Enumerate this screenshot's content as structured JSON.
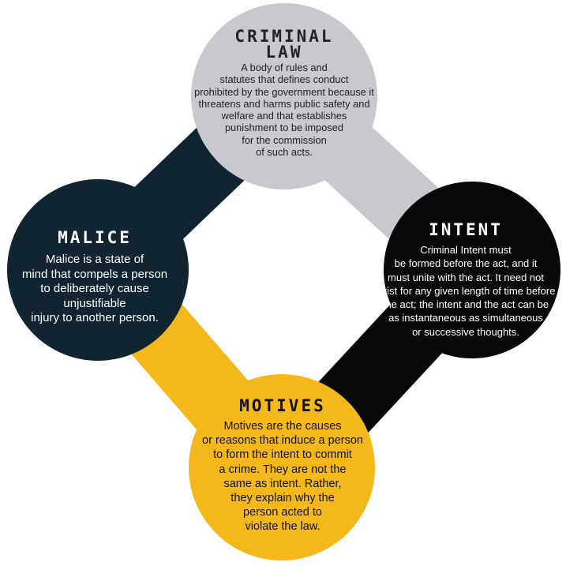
{
  "colors": {
    "law": "#c8c9cc",
    "malice": "#102530",
    "intent": "#080808",
    "motives": "#f4b81a"
  },
  "nodes": {
    "law": {
      "title_line1": "CRIMINAL",
      "title_line2": "LAW",
      "lines": [
        "A body of rules and",
        "statutes that defines conduct",
        "prohibited by the government because it",
        "threatens and harms public safety and",
        "welfare and that establishes",
        "punishment to be imposed",
        "for the commission",
        "of such acts."
      ]
    },
    "malice": {
      "title": "MALICE",
      "lines": [
        "Malice is a state of",
        "mind that compels a person",
        "to deliberately cause unjustifiable",
        "injury to another person."
      ]
    },
    "intent": {
      "title": "INTENT",
      "lines": [
        "Criminal Intent must",
        "be formed before the act, and it",
        "must unite with the act.  It need not",
        "exist for any given length of time before",
        "the act;  the intent and the act can be",
        "as instantaneous as simultaneous",
        "or successive thoughts."
      ]
    },
    "motives": {
      "title": "MOTIVES",
      "lines": [
        "Motives are the causes",
        "or reasons that induce a person",
        "to form the intent to commit",
        "a crime.  They are not the",
        "same as intent.  Rather,",
        "they explain why the",
        "person acted to",
        "violate the law."
      ]
    }
  }
}
